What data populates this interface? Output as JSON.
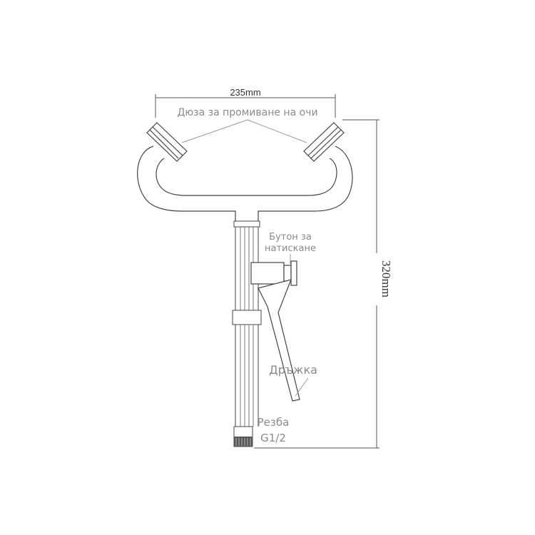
{
  "dimensions": {
    "width_label": "235mm",
    "height_label": "320mm"
  },
  "labels": {
    "nozzle": "Дюза за промиване на очи",
    "push_button_line1": "Бутон за",
    "push_button_line2": "натискане",
    "handle": "Дръжка",
    "thread_line1": "Резба",
    "thread_line2": "G1/2"
  },
  "colors": {
    "outline": "#444444",
    "leader": "#9a9a9a",
    "label": "#8a8a8a"
  }
}
